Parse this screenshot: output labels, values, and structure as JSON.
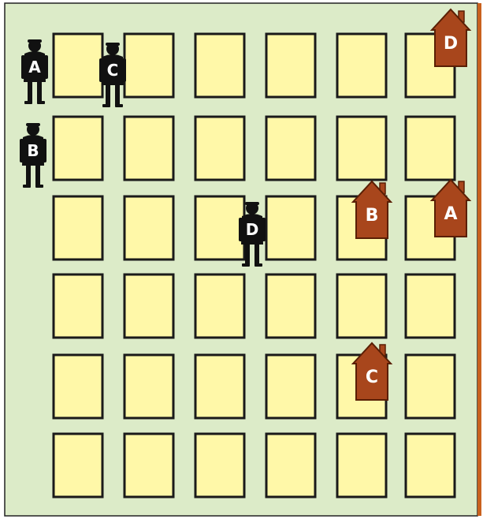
{
  "puzzle": {
    "grid": {
      "rows": 6,
      "columns": 6
    },
    "colors": {
      "background": "#dcebc8",
      "block": "#fff8a8",
      "block_outline": "#1a1a1a",
      "house": "#a8461c",
      "person": "#111111",
      "right_edge": "#c9611e"
    },
    "people": [
      {
        "label": "A",
        "row": 1,
        "col": 0,
        "icon": "person-icon"
      },
      {
        "label": "C",
        "row": 1,
        "col": 1,
        "icon": "person-icon"
      },
      {
        "label": "B",
        "row": 2,
        "col": 0,
        "icon": "person-icon"
      },
      {
        "label": "D",
        "row": 3,
        "col": 3,
        "icon": "person-icon"
      }
    ],
    "houses": [
      {
        "label": "D",
        "row": 1,
        "col": 6,
        "icon": "house-icon"
      },
      {
        "label": "B",
        "row": 3,
        "col": 5,
        "icon": "house-icon"
      },
      {
        "label": "A",
        "row": 3,
        "col": 6,
        "icon": "house-icon"
      },
      {
        "label": "C",
        "row": 5,
        "col": 5,
        "icon": "house-icon"
      }
    ]
  }
}
